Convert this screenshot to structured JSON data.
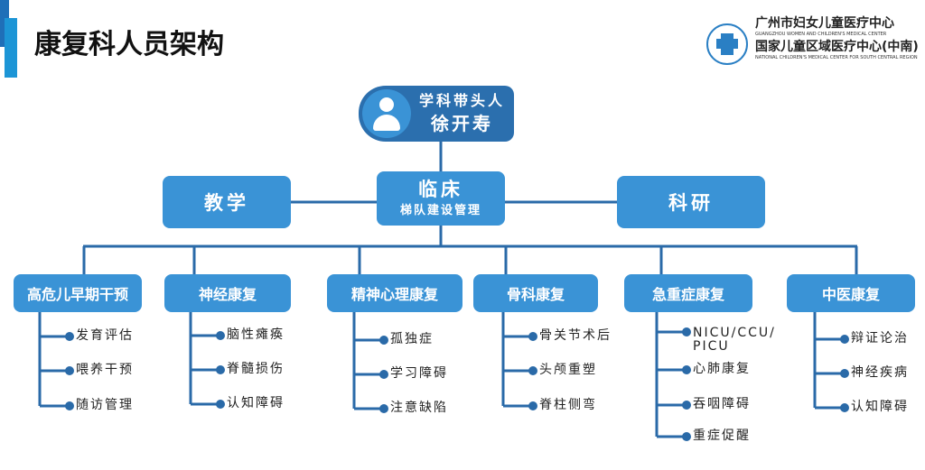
{
  "title": "康复科人员架构",
  "logo": {
    "name_cn": "广州市妇女儿童医疗中心",
    "name_en": "GUANGZHOU WOMEN AND CHILDREN'S MEDICAL CENTER",
    "sub_cn": "国家儿童区域医疗中心(中南)",
    "sub_en": "NATIONAL CHILDREN'S MEDICAL CENTER FOR SOUTH CENTRAL REGION"
  },
  "leader": {
    "role": "学科带头人",
    "name": "徐开寿",
    "icon": "person-icon"
  },
  "branches": {
    "teaching": "教学",
    "clinical": "临床",
    "clinical_sub": "梯队建设管理",
    "research": "科研"
  },
  "categories": [
    {
      "label": "高危儿早期干预",
      "items": [
        "发育评估",
        "喂养干预",
        "随访管理"
      ]
    },
    {
      "label": "神经康复",
      "items": [
        "脑性瘫痪",
        "脊髓损伤",
        "认知障碍"
      ]
    },
    {
      "label": "精神心理康复",
      "items": [
        "孤独症",
        "学习障碍",
        "注意缺陷"
      ]
    },
    {
      "label": "骨科康复",
      "items": [
        "骨关节术后",
        "头颅重塑",
        "脊柱侧弯"
      ]
    },
    {
      "label": "急重症康复",
      "items": [
        "NICU/CCU/PICU",
        "心肺康复",
        "吞咽障碍",
        "重症促醒"
      ]
    },
    {
      "label": "中医康复",
      "items": [
        "辩证论治",
        "神经疾病",
        "认知障碍"
      ]
    }
  ],
  "colors": {
    "box": "#3a93d6",
    "leader": "#2b6fae",
    "line": "#2a6aa8"
  }
}
